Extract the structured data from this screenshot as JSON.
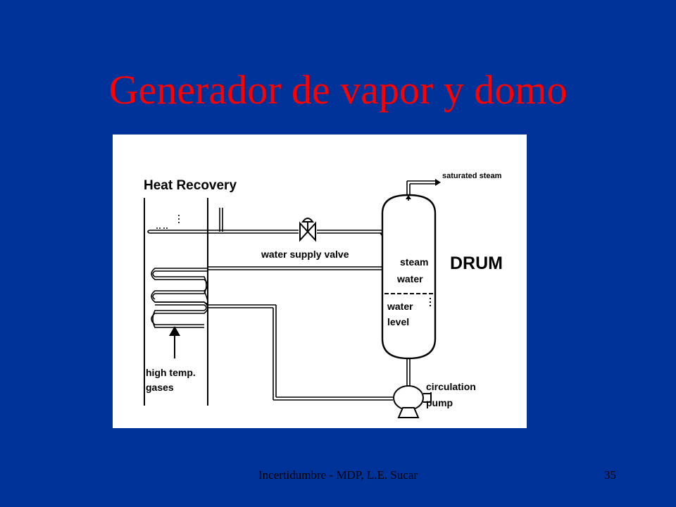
{
  "slide": {
    "title": "Generador de vapor y domo",
    "footer_credit": "Incertidumbre - MDP, L.E. Sucar",
    "page_number": "35"
  },
  "colors": {
    "background": "#003399",
    "title": "#ff0000",
    "panel": "#ffffff",
    "ink": "#000000"
  },
  "diagram": {
    "heat_recovery": "Heat Recovery",
    "saturated_steam": "saturated steam",
    "drum": "DRUM",
    "water_supply_valve": "water supply valve",
    "steam": "steam",
    "water": "water",
    "water_level_1": "water",
    "water_level_2": "level",
    "high_temp_1": "high temp.",
    "high_temp_2": "gases",
    "circulation_1": "circulation",
    "circulation_2": "pump"
  }
}
